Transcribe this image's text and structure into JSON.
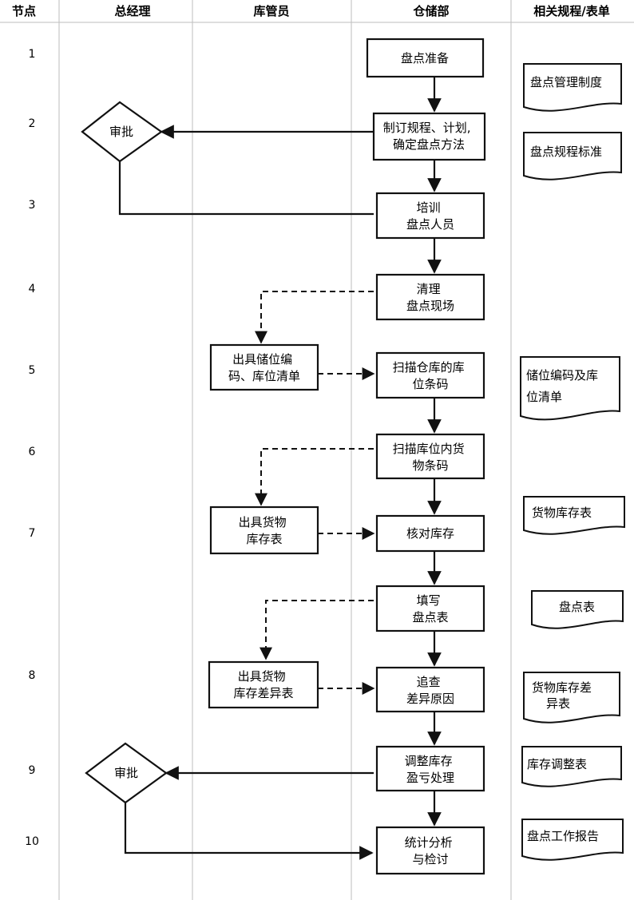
{
  "headers": {
    "node": "节点",
    "gm": "总经理",
    "keeper": "库管员",
    "warehouse": "仓储部",
    "docs": "相关规程/表单"
  },
  "node_numbers": [
    "1",
    "2",
    "3",
    "4",
    "5",
    "6",
    "7",
    "8",
    "9",
    "10"
  ],
  "steps": {
    "prepare": [
      "盘点准备"
    ],
    "plan": [
      "制订规程、计划,",
      "确定盘点方法"
    ],
    "train": [
      "培训",
      "盘点人员"
    ],
    "clean": [
      "清理",
      "盘点现场"
    ],
    "scan_loc": [
      "扫描仓库的库",
      "位条码"
    ],
    "scan_goods": [
      "扫描库位内货",
      "物条码"
    ],
    "check": [
      "核对库存"
    ],
    "fill": [
      "填写",
      "盘点表"
    ],
    "trace": [
      "追查",
      "差异原因"
    ],
    "adjust": [
      "调整库存",
      "盈亏处理"
    ],
    "analyze": [
      "统计分析",
      "与检讨"
    ],
    "keeper_loc": [
      "出具储位编",
      "码、库位清单"
    ],
    "keeper_stock": [
      "出具货物",
      "库存表"
    ],
    "keeper_diff": [
      "出具货物",
      "库存差异表"
    ]
  },
  "decisions": {
    "approve1": "审批",
    "approve2": "审批"
  },
  "documents": {
    "doc1": [
      "盘点管理制度"
    ],
    "doc2": [
      "盘点规程标准"
    ],
    "doc3": [
      "储位编码及库",
      "位清单"
    ],
    "doc4": [
      "货物库存表"
    ],
    "doc5": [
      "盘点表"
    ],
    "doc6": [
      "货物库存差",
      "异表"
    ],
    "doc7": [
      "库存调整表"
    ],
    "doc8": [
      "盘点工作报告"
    ]
  }
}
